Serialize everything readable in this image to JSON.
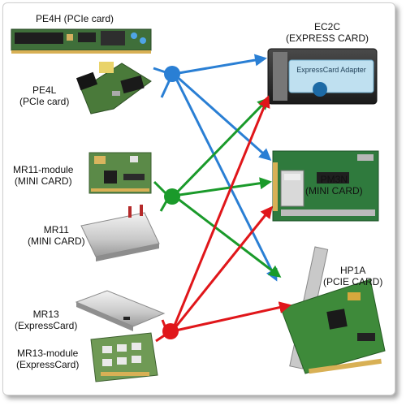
{
  "sources": [
    {
      "id": "pe4h",
      "title": "PE4H (PCIe card)"
    },
    {
      "id": "pe4l",
      "title": "PE4L",
      "subtitle": "(PCIe card)"
    },
    {
      "id": "mr11m",
      "title": "MR11-module",
      "subtitle": "(MINI CARD)"
    },
    {
      "id": "mr11",
      "title": "MR11",
      "subtitle": "(MINI CARD)"
    },
    {
      "id": "mr13",
      "title": "MR13",
      "subtitle": "(ExpressCard)"
    },
    {
      "id": "mr13m",
      "title": "MR13-module",
      "subtitle": "(ExpressCard)"
    }
  ],
  "targets": [
    {
      "id": "ec2c",
      "title": "EC2C",
      "subtitle": "(EXPRESS CARD)",
      "card_text": "ExpressCard Adapter"
    },
    {
      "id": "pm3n",
      "title": "PM3N",
      "subtitle": "(MINI CARD)"
    },
    {
      "id": "hp1a",
      "title": "HP1A",
      "subtitle": "(PCIE CARD)"
    }
  ],
  "hubs": [
    {
      "id": "blue",
      "color": "#2a7fd4"
    },
    {
      "id": "green",
      "color": "#1a9a2a"
    },
    {
      "id": "red",
      "color": "#e0161a"
    }
  ]
}
